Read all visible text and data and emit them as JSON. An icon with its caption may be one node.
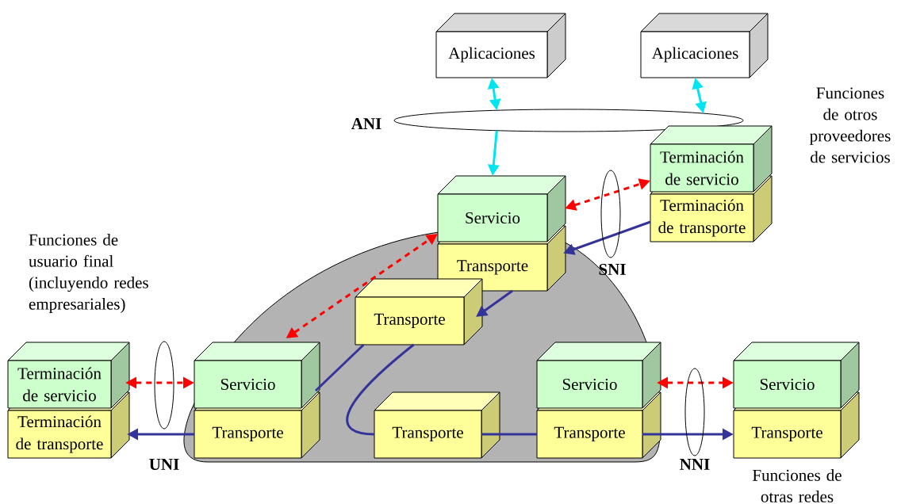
{
  "diagram": {
    "nodes": [
      {
        "text": [
          "Aplicaciones"
        ]
      },
      {
        "text": [
          "Aplicaciones"
        ]
      },
      {
        "text": [],
        "shape": "ellipse",
        "beside": [
          "ANI"
        ]
      },
      {
        "text": [
          "Terminación de servicio"
        ]
      },
      {
        "text": [
          "Terminación de transporte"
        ]
      },
      {
        "text": [
          "Servicio"
        ]
      },
      {
        "text": [
          "Transporte"
        ]
      },
      {
        "text": [
          "Transporte"
        ]
      },
      {
        "text": [
          "Terminación de servicio"
        ]
      },
      {
        "text": [
          "Terminación de transporte"
        ]
      },
      {
        "text": [
          "Servicio"
        ]
      },
      {
        "text": [
          "Transporte"
        ]
      },
      {
        "text": [
          "Transporte"
        ]
      },
      {
        "text": [
          "Servicio"
        ]
      },
      {
        "text": [
          "Transporte"
        ]
      },
      {
        "text": [
          "Servicio"
        ]
      },
      {
        "text": [
          "Transporte"
        ]
      }
    ],
    "edges": [
      {
        "from": 0,
        "to": 2,
        "arrow": "both",
        "color": "#00e5f0"
      },
      {
        "from": 1,
        "to": 2,
        "arrow": "both",
        "color": "#00e5f0"
      },
      {
        "from": 2,
        "to": 5,
        "arrow": "to",
        "color": "#00e5f0"
      },
      {
        "from": 5,
        "to": 3,
        "arrow": "both",
        "style": "dashed",
        "color": "#ff0000"
      },
      {
        "from": 4,
        "to": 6,
        "arrow": "to"
      },
      {
        "from": 6,
        "to": 7,
        "arrow": "to"
      },
      {
        "from": 10,
        "to": 5,
        "arrow": "both",
        "style": "dashed",
        "color": "#ff0000"
      },
      {
        "from": 7,
        "to": 11,
        "arrow": "none"
      },
      {
        "from": 7,
        "to": 12,
        "arrow": "none"
      },
      {
        "from": 12,
        "to": 14,
        "arrow": "none"
      },
      {
        "from": 11,
        "to": 9,
        "arrow": "to"
      },
      {
        "from": 8,
        "to": 10,
        "arrow": "both",
        "style": "dashed",
        "color": "#ff0000"
      },
      {
        "from": 13,
        "to": 15,
        "arrow": "both",
        "style": "dashed",
        "color": "#ff0000"
      },
      {
        "from": 14,
        "to": 16,
        "arrow": "to"
      }
    ],
    "labels": [
      "Funciones de otros proveedores de servicios",
      "Funciones de usuario final (incluyendo redes empresariales)",
      "SNI",
      "UNI",
      "NNI",
      "Funciones de otras redes"
    ]
  }
}
